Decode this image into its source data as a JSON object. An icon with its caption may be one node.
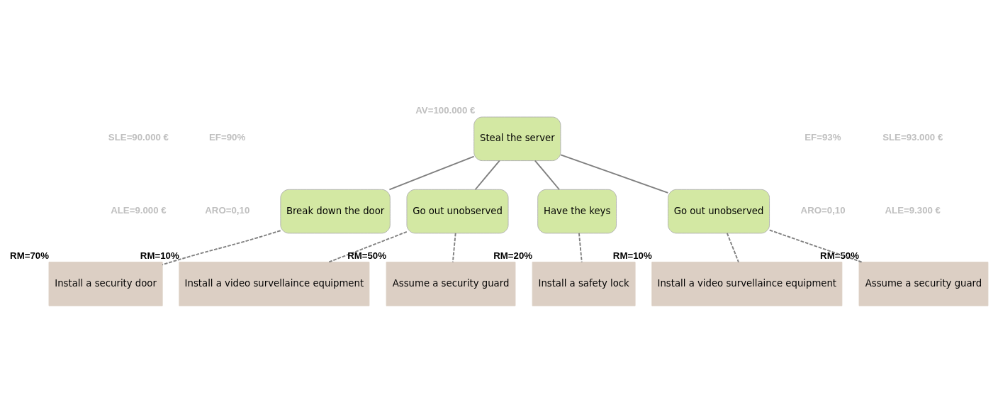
{
  "diagram": {
    "nodes": [
      {
        "text": [
          "Steal the server"
        ],
        "beside": [
          "AV=100.000 €"
        ]
      },
      {
        "text": [
          "Break down the door"
        ]
      },
      {
        "text": [
          "Go out unobserved"
        ]
      },
      {
        "text": [
          "Have the keys"
        ]
      },
      {
        "text": [
          "Go out unobserved"
        ]
      },
      {
        "text": [
          "Install a security door"
        ],
        "beside": [
          "RM=70%"
        ]
      },
      {
        "text": [
          "Install a video survellaince equipment"
        ],
        "beside": [
          "RM=10%"
        ]
      },
      {
        "text": [
          "Assume a security guard"
        ],
        "beside": [
          "RM=50%"
        ]
      },
      {
        "text": [
          "Install a safety lock"
        ],
        "beside": [
          "RM=20%"
        ]
      },
      {
        "text": [
          "Install a video survellaince equipment"
        ],
        "beside": [
          "RM=10%"
        ]
      },
      {
        "text": [
          "Assume a security guard"
        ],
        "beside": [
          "RM=50%"
        ]
      }
    ],
    "edges": [
      {
        "from": 0,
        "to": 1,
        "arrow": "none"
      },
      {
        "from": 0,
        "to": 2,
        "arrow": "none"
      },
      {
        "from": 0,
        "to": 3,
        "arrow": "none"
      },
      {
        "from": 0,
        "to": 4,
        "arrow": "none"
      },
      {
        "from": 1,
        "to": 5,
        "arrow": "none",
        "style": "dashed"
      },
      {
        "from": 2,
        "to": 6,
        "arrow": "none",
        "style": "dashed"
      },
      {
        "from": 2,
        "to": 7,
        "arrow": "none",
        "style": "dashed"
      },
      {
        "from": 3,
        "to": 8,
        "arrow": "none",
        "style": "dashed"
      },
      {
        "from": 4,
        "to": 9,
        "arrow": "none",
        "style": "dashed"
      },
      {
        "from": 4,
        "to": 10,
        "arrow": "none",
        "style": "dashed"
      }
    ],
    "labels": [
      "SLE=90.000 €",
      "ALE=9.000 €",
      "EF=90%",
      "ARO=0,10",
      "EF=93%",
      "ARO=0,10",
      "SLE=93.000 €",
      "ALE=9.300 €"
    ]
  }
}
